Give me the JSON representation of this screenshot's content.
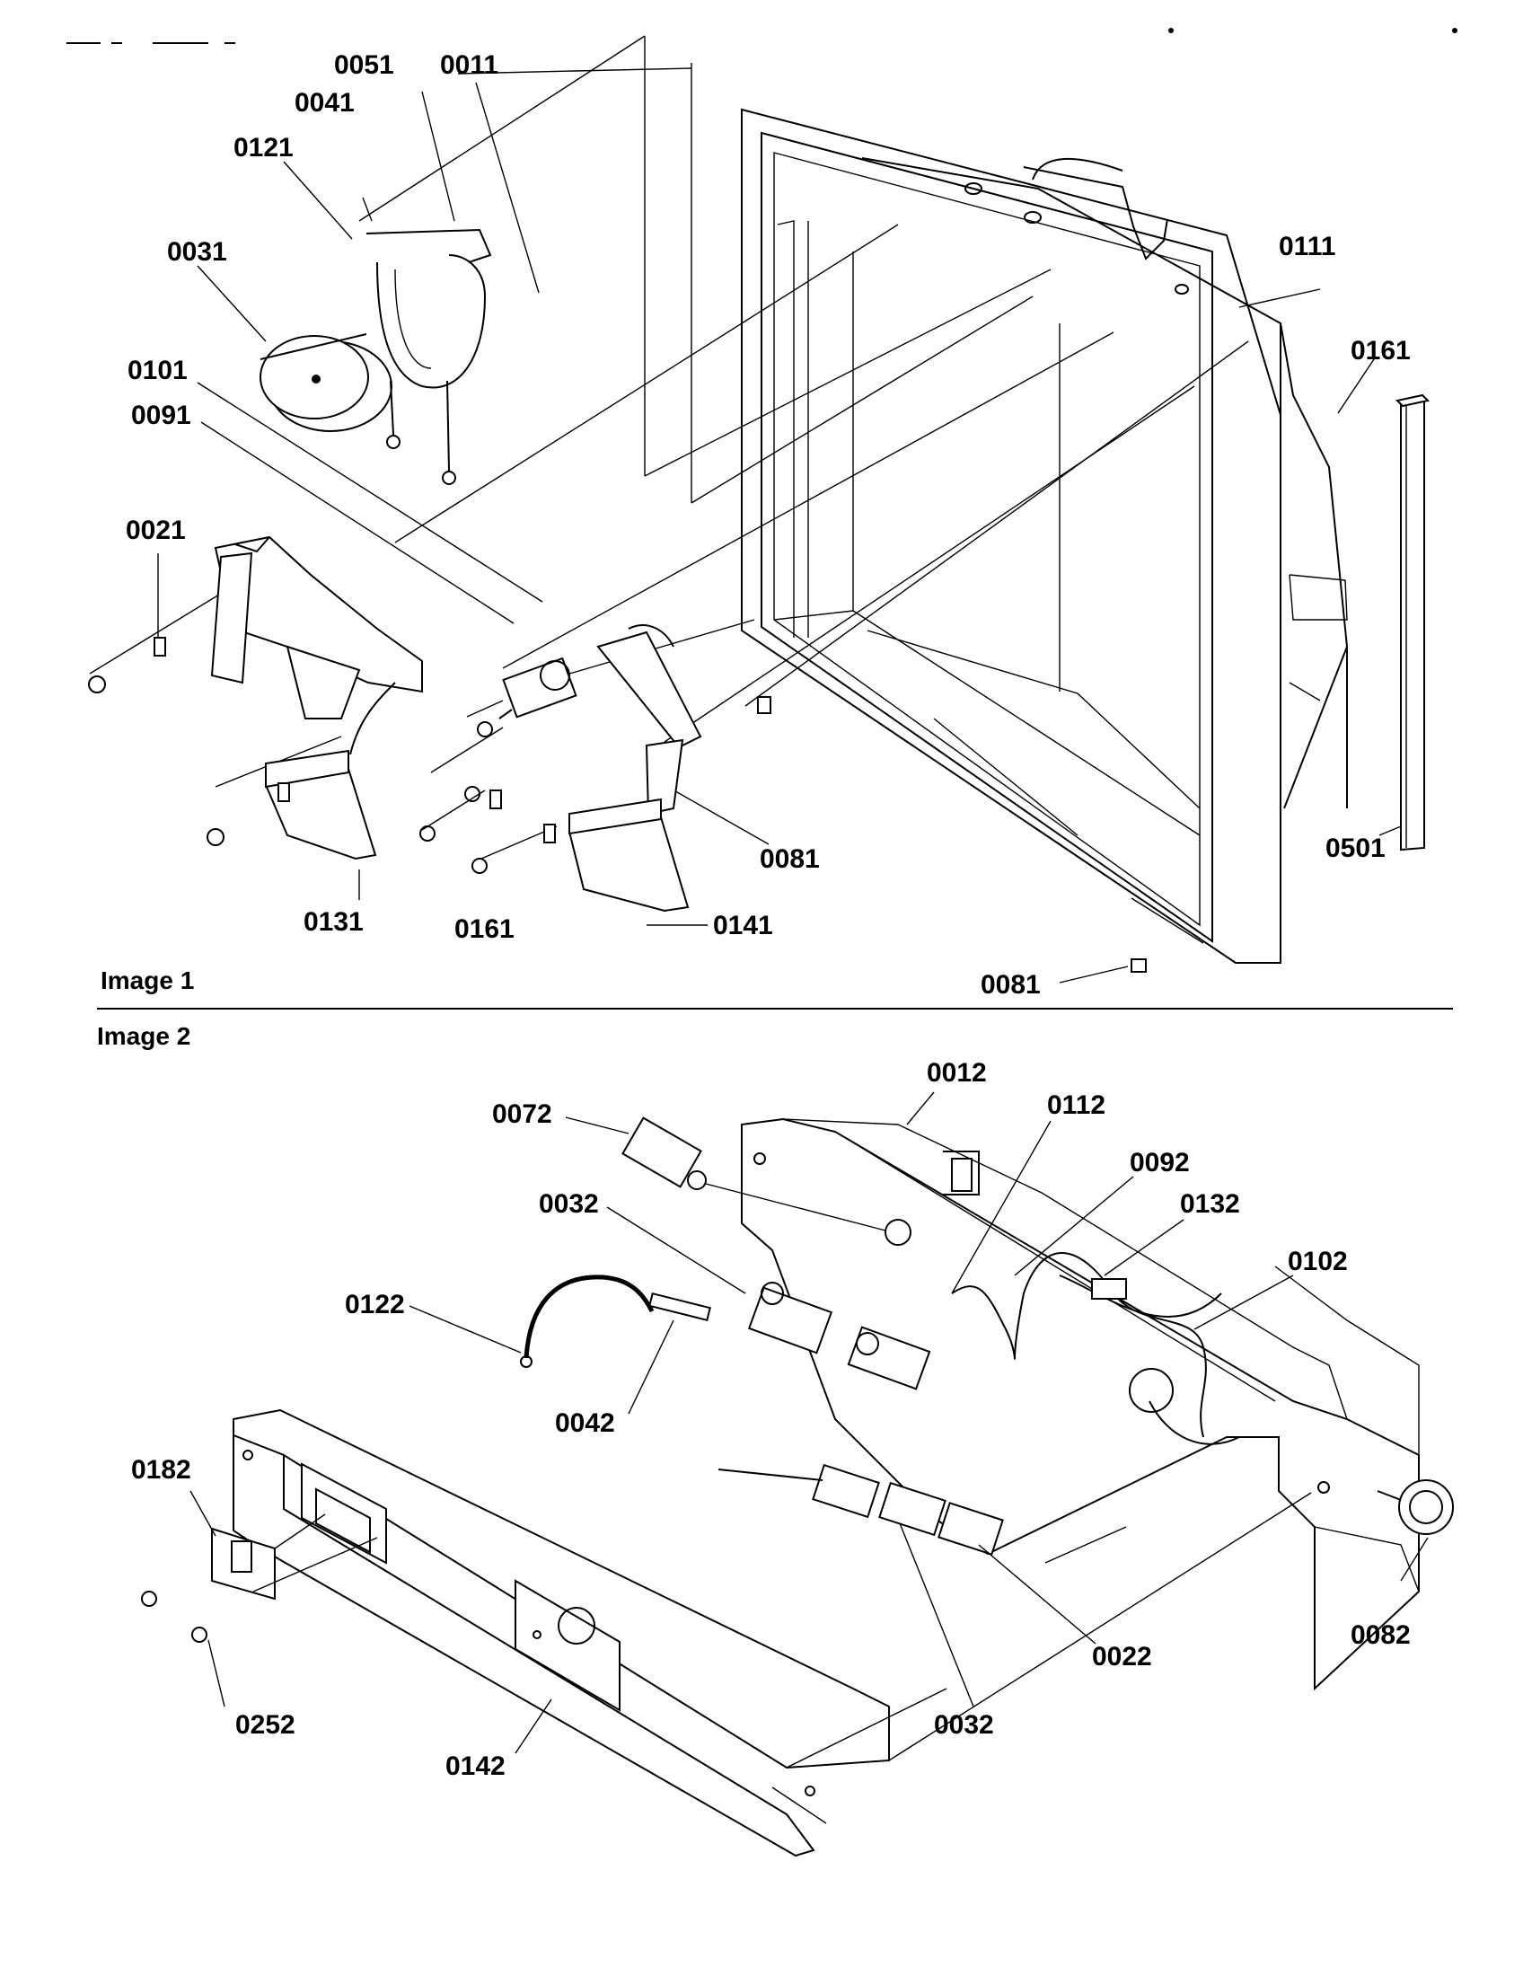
{
  "image1": {
    "caption": "Image 1",
    "labels": {
      "p0051": "0051",
      "p0011": "0011",
      "p0041": "0041",
      "p0121": "0121",
      "p0031": "0031",
      "p0111": "0111",
      "p0161_right": "0161",
      "p0101": "0101",
      "p0091": "0091",
      "p0021": "0021",
      "p0081_mid": "0081",
      "p0501": "0501",
      "p0131": "0131",
      "p0161_bottom": "0161",
      "p0141": "0141",
      "p0081_bottom": "0081"
    }
  },
  "image2": {
    "caption": "Image 2",
    "labels": {
      "p0012": "0012",
      "p0072": "0072",
      "p0112": "0112",
      "p0092": "0092",
      "p0032_top": "0032",
      "p0132": "0132",
      "p0102": "0102",
      "p0122": "0122",
      "p0042": "0042",
      "p0182": "0182",
      "p0022": "0022",
      "p0082": "0082",
      "p0252": "0252",
      "p0142": "0142",
      "p0032_bottom": "0032"
    }
  }
}
